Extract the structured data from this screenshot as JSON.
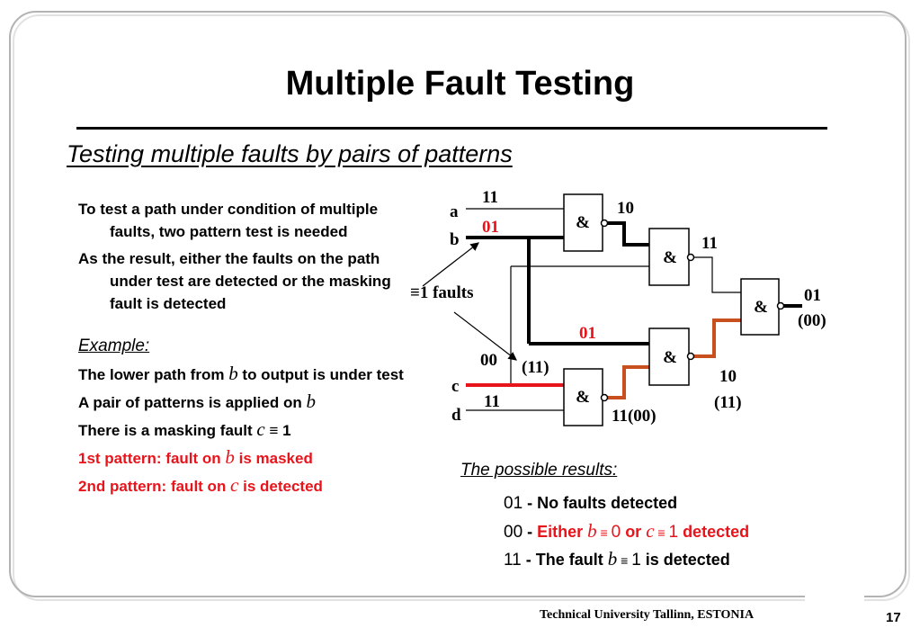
{
  "title": "Multiple Fault Testing",
  "subtitle": "Testing multiple faults by pairs of patterns",
  "left_text": {
    "p1": "To test a path under condition of multiple faults, two pattern test is needed",
    "p2": "As the result, either the faults on the path under test are detected or the masking fault is detected",
    "example_label": "Example:",
    "p3_pre": "The lower path from ",
    "p3_var": "b",
    "p3_post": " to output is under test",
    "p4_pre": "A pair of patterns is applied on ",
    "p4_var": "b",
    "p5_pre": "There is a masking fault ",
    "p5_var": "c",
    "p5_eq": " ≡ 1",
    "p6_pre": "1st pattern: fault on ",
    "p6_var": "b",
    "p6_post": " is masked",
    "p7_pre": "2nd pattern: fault on ",
    "p7_var": "c",
    "p7_post": " is detected"
  },
  "diagram": {
    "input_a": "a",
    "input_b": "b",
    "input_c": "c",
    "input_d": "d",
    "val_a": "11",
    "val_b": "01",
    "val_c": "00",
    "val_c_faulty": "(11)",
    "val_d": "11",
    "gate_label": "&",
    "g1_out": "10",
    "g2_out": "11",
    "g4_in": "01",
    "g5_out": "11(00)",
    "g4_out": "10",
    "g4_out_faulty": "(11)",
    "g3_out": "01",
    "g3_out_faulty": "(00)",
    "faults_label": "≡1 faults"
  },
  "results": {
    "heading": "The possible results:",
    "r1_code": "01",
    "r1_text": " - No faults detected",
    "r2_code": "00",
    "r2_dash": " - ",
    "r2_either": "Either ",
    "r2_var1": "b",
    "r2_eq1": " ≡ ",
    "r2_num1": "0",
    "r2_or": " or ",
    "r2_var2": "c",
    "r2_eq2": " ≡ ",
    "r2_num2": "1",
    "r2_detected": " detected",
    "r3_code": "11",
    "r3_text": " - The fault ",
    "r3_var": "b",
    "r3_eq": " ≡ ",
    "r3_num": "1",
    "r3_post": " is detected"
  },
  "footer": {
    "institution": "Technical University Tallinn, ESTONIA",
    "page_number": "17"
  },
  "colors": {
    "red": "#e8141c",
    "orange_path": "#c8501e",
    "frame": "#b3b3b3"
  }
}
